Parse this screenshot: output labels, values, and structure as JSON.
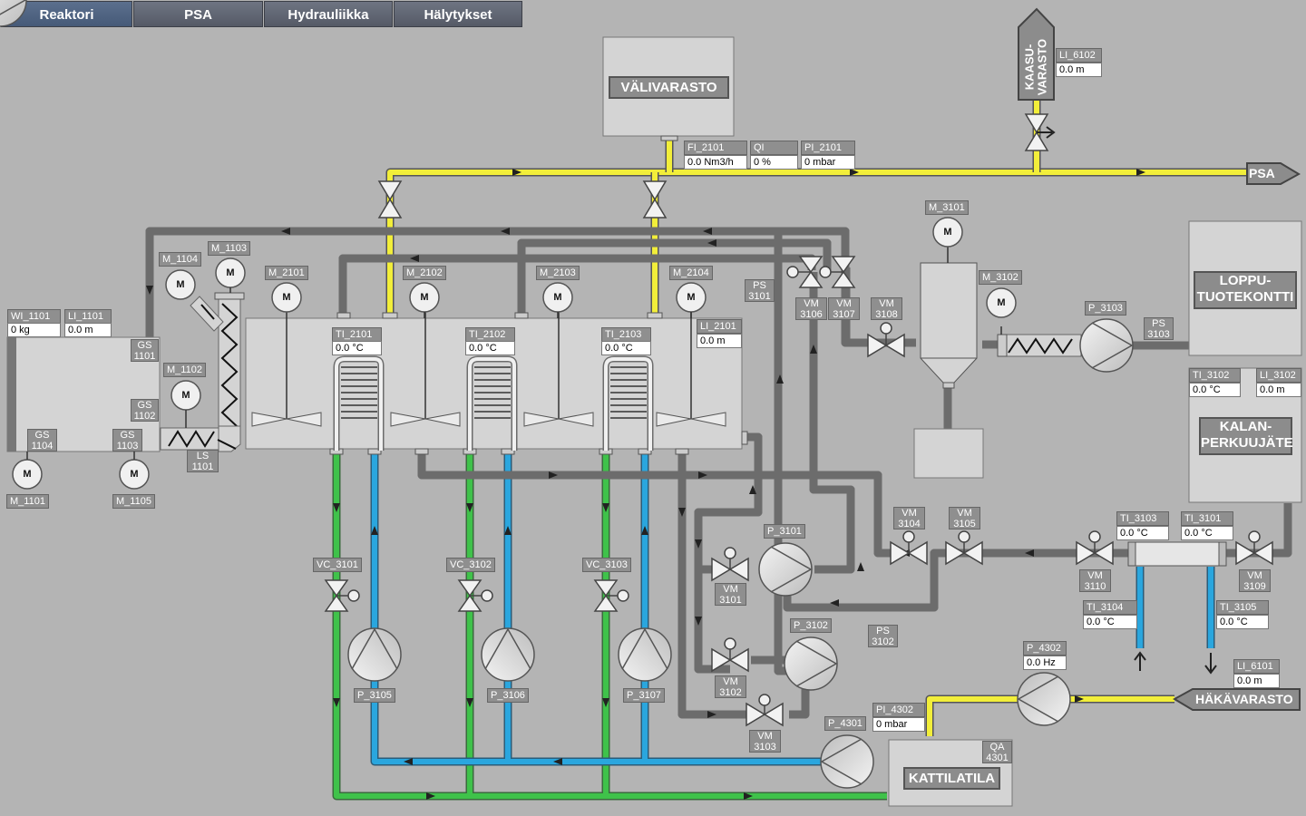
{
  "tabs": [
    {
      "id": "reaktori",
      "label": "Reaktori",
      "active": true
    },
    {
      "id": "psa",
      "label": "PSA"
    },
    {
      "id": "hydrauliikka",
      "label": "Hydrauliikka"
    },
    {
      "id": "halytykset",
      "label": "Hälytykset"
    }
  ],
  "units": {
    "valivarasto": "VÄLIVARASTO",
    "kaasuvarasto": "KAASU-\nVARASTO",
    "lopputuotekontti": "LOPPU-\nTUOTEKONTTI",
    "kalanperkuujate": "KALAN-\nPERKUUJÄTE",
    "kattilatila": "KATTILATILA",
    "psa_arrow": "PSA",
    "hakavarasto": "HÄKÄVARASTO",
    "motor_symbol": "M"
  },
  "measurements": [
    {
      "id": "wi_1101",
      "tag": "WI_1101",
      "value": "0 kg"
    },
    {
      "id": "li_1101",
      "tag": "LI_1101",
      "value": "0.0 m"
    },
    {
      "id": "fi_2101",
      "tag": "FI_2101",
      "value": "0.0 Nm3/h"
    },
    {
      "id": "qi",
      "tag": "QI",
      "value": "0 %"
    },
    {
      "id": "pi_2101",
      "tag": "PI_2101",
      "value": "0 mbar"
    },
    {
      "id": "li_6102",
      "tag": "LI_6102",
      "value": "0.0 m"
    },
    {
      "id": "ti_2101",
      "tag": "TI_2101",
      "value": "0.0 °C"
    },
    {
      "id": "ti_2102",
      "tag": "TI_2102",
      "value": "0.0 °C"
    },
    {
      "id": "ti_2103",
      "tag": "TI_2103",
      "value": "0.0 °C"
    },
    {
      "id": "li_2101",
      "tag": "LI_2101",
      "value": "0.0 m"
    },
    {
      "id": "ti_3102",
      "tag": "TI_3102",
      "value": "0.0 °C"
    },
    {
      "id": "li_3102",
      "tag": "LI_3102",
      "value": "0.0 m"
    },
    {
      "id": "ti_3103",
      "tag": "TI_3103",
      "value": "0.0 °C"
    },
    {
      "id": "ti_3101",
      "tag": "TI_3101",
      "value": "0.0 °C"
    },
    {
      "id": "ti_3104",
      "tag": "TI_3104",
      "value": "0.0 °C"
    },
    {
      "id": "ti_3105",
      "tag": "TI_3105",
      "value": "0.0 °C"
    },
    {
      "id": "p_4302",
      "tag": "P_4302",
      "value": "0.0 Hz"
    },
    {
      "id": "li_6101",
      "tag": "LI_6101",
      "value": "0.0 m"
    },
    {
      "id": "pi_4302",
      "tag": "PI_4302",
      "value": "0 mbar"
    }
  ],
  "tags": {
    "m_1104": "M_1104",
    "m_1103": "M_1103",
    "m_1102": "M_1102",
    "m_1101": "M_1101",
    "m_1105": "M_1105",
    "m_2101": "M_2101",
    "m_2102": "M_2102",
    "m_2103": "M_2103",
    "m_2104": "M_2104",
    "m_3101": "M_3101",
    "m_3102": "M_3102",
    "p_3103": "P_3103",
    "p_3101": "P_3101",
    "p_3102": "P_3102",
    "p_3105": "P_3105",
    "p_3106": "P_3106",
    "p_3107": "P_3107",
    "p_4301": "P_4301",
    "vc_3101": "VC_3101",
    "vc_3102": "VC_3102",
    "vc_3103": "VC_3103",
    "gs_1101": "GS\n1101",
    "gs_1102": "GS\n1102",
    "gs_1104": "GS\n1104",
    "gs_1103": "GS\n1103",
    "ls_1101": "LS\n1101",
    "ps_3101": "PS\n3101",
    "ps_3103": "PS\n3103",
    "ps_3102": "PS\n3102",
    "qa_4301": "QA\n4301",
    "vm_3106": "VM\n3106",
    "vm_3107": "VM\n3107",
    "vm_3108": "VM\n3108",
    "vm_3104": "VM\n3104",
    "vm_3105": "VM\n3105",
    "vm_3110": "VM\n3110",
    "vm_3109": "VM\n3109",
    "vm_3101": "VM\n3101",
    "vm_3102": "VM\n3102",
    "vm_3103": "VM\n3103"
  },
  "colors": {
    "background": "#b4b4b4",
    "gas_line": "#f2ee3a",
    "hot_water": "#3fc24a",
    "cold_water": "#2aa6de",
    "process_line": "#e2e2e2",
    "equipment": "#d4d4d4",
    "tab_active": "#4f6485",
    "tab_inactive": "#5e6370"
  }
}
